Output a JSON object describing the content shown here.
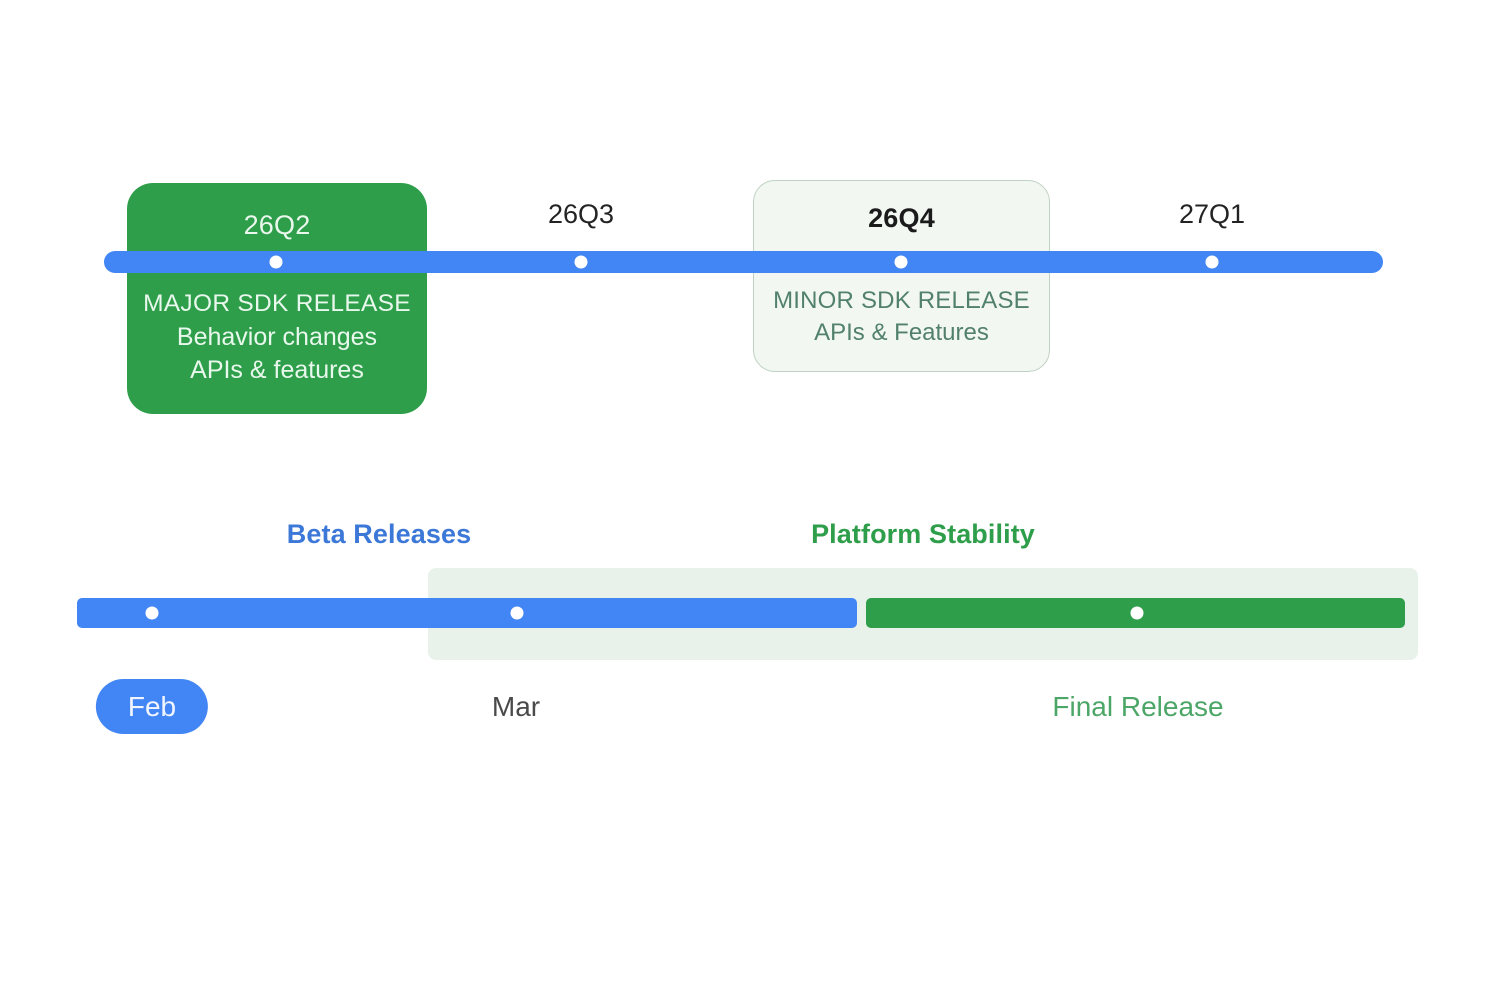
{
  "colors": {
    "blue": "#4285F4",
    "green": "#2E9E4B",
    "green_text": "#4CA667",
    "beta_heading": "#3C78D8",
    "band_bg": "#E9F2EA",
    "minor_box_bg": "#F2F7F2",
    "minor_box_border": "#BFD2C2",
    "dot": "#FFFFFF",
    "dark_text": "#232323",
    "gray_text": "#4A4A4A"
  },
  "release_timeline": {
    "rail": {
      "color": "#4285F4"
    },
    "milestones": [
      {
        "id": "q2",
        "label": "26Q2",
        "style": "filled-green",
        "lines": [
          "MAJOR SDK RELEASE",
          "Behavior changes",
          "APIs & features"
        ]
      },
      {
        "id": "q3",
        "label": "26Q3",
        "style": "plain",
        "lines": []
      },
      {
        "id": "q4",
        "label": "26Q4",
        "style": "outlined-green",
        "lines": [
          "MINOR SDK RELEASE",
          "APIs & Features"
        ]
      },
      {
        "id": "q1",
        "label": "27Q1",
        "style": "plain",
        "lines": []
      }
    ]
  },
  "preview_timeline": {
    "phases": [
      {
        "id": "beta",
        "title": "Beta Releases",
        "color": "#3C78D8"
      },
      {
        "id": "stability",
        "title": "Platform Stability",
        "color": "#2E9E4B"
      }
    ],
    "bars": [
      {
        "id": "beta-bar",
        "color": "#4285F4"
      },
      {
        "id": "stability-bar",
        "color": "#2E9E4B"
      }
    ],
    "markers": [
      {
        "id": "feb",
        "label": "Feb",
        "style": "pill-blue"
      },
      {
        "id": "mar",
        "label": "Mar",
        "style": "plain-gray"
      },
      {
        "id": "final-release",
        "label": "Final Release",
        "style": "plain-green"
      }
    ]
  }
}
